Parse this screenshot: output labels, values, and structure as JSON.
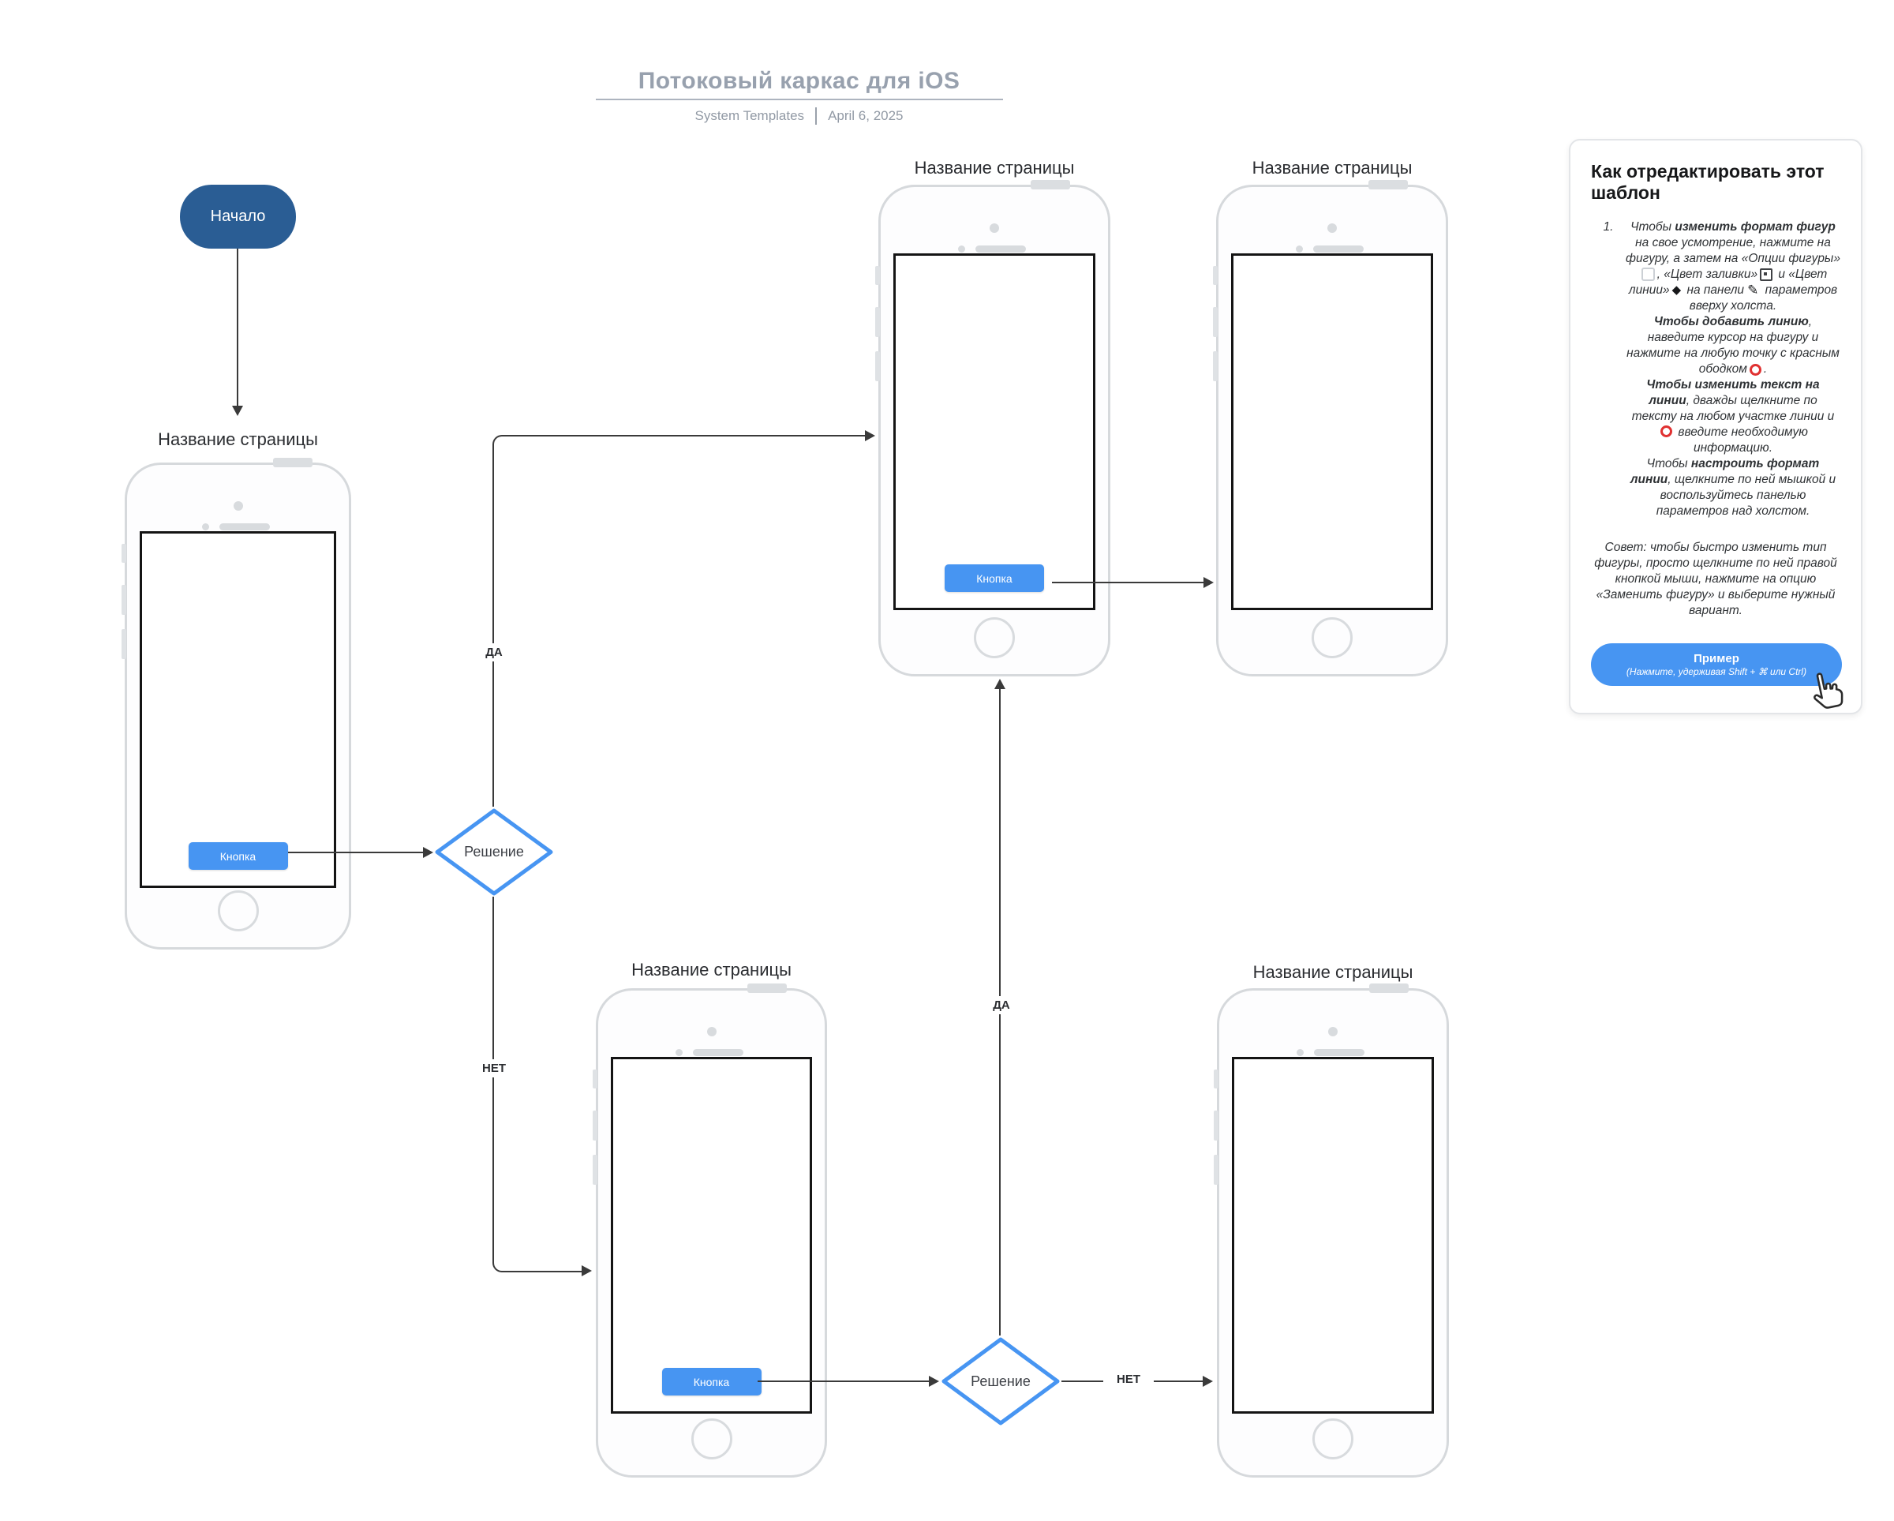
{
  "header": {
    "title": "Потоковый каркас для iOS",
    "subtitle_left": "System Templates",
    "subtitle_right": "April 6, 2025"
  },
  "flow": {
    "start_label": "Начало",
    "phones": [
      {
        "label": "Название страницы",
        "button": "Кнопка"
      },
      {
        "label": "Название страницы",
        "button": "Кнопка"
      },
      {
        "label": "Название страницы"
      },
      {
        "label": "Название страницы",
        "button": "Кнопка"
      },
      {
        "label": "Название страницы"
      }
    ],
    "decisions": [
      {
        "label": "Решение"
      },
      {
        "label": "Решение"
      }
    ],
    "labels": {
      "yes": "ДА",
      "no": "НЕТ"
    }
  },
  "panel": {
    "heading": "Как отредактировать этот шаблон",
    "item_number": "1.",
    "instr": {
      "p1_pre": "Чтобы ",
      "p1_bold": "изменить формат фигур",
      "p1_mid1": " на свое усмотрение, нажмите на фигуру, а затем на «Опции фигуры»",
      "p1_mid2": ", «Цвет заливки»",
      "p1_mid3": " и «Цвет линии»",
      "p1_mid4": " на панели",
      "p1_end": " параметров вверху холста.",
      "p2_bold": "Чтобы добавить линию",
      "p2_text": ", наведите курсор на фигуру и нажмите на любую точку с красным ободком",
      "p2_end": ".",
      "p3_bold": "Чтобы изменить текст на линии",
      "p3_text1": ", дважды щелкните по тексту на любом участке линии и",
      "p3_text2": " введите необходимую информацию.",
      "p4_pre": "Чтобы ",
      "p4_bold": "настроить формат линии",
      "p4_text": ", щелкните по ней мышкой и воспользуйтесь панелью параметров над холстом.",
      "tip": "Совет: чтобы быстро изменить тип фигуры, просто щелкните по ней правой кнопкой мыши, нажмите на опцию «Заменить фигуру» и выберите нужный вариант."
    },
    "button": {
      "label": "Пример",
      "sub": "(Нажмите, удерживая Shift + ⌘ или Ctrl)"
    }
  },
  "colors": {
    "accent_blue": "#4795f2",
    "start_navy": "#2a5d94",
    "connector_dark": "#3a3a3a",
    "phone_border": "#d6d9dc",
    "title_gray": "#98a1ae",
    "red_point": "#e03131"
  }
}
